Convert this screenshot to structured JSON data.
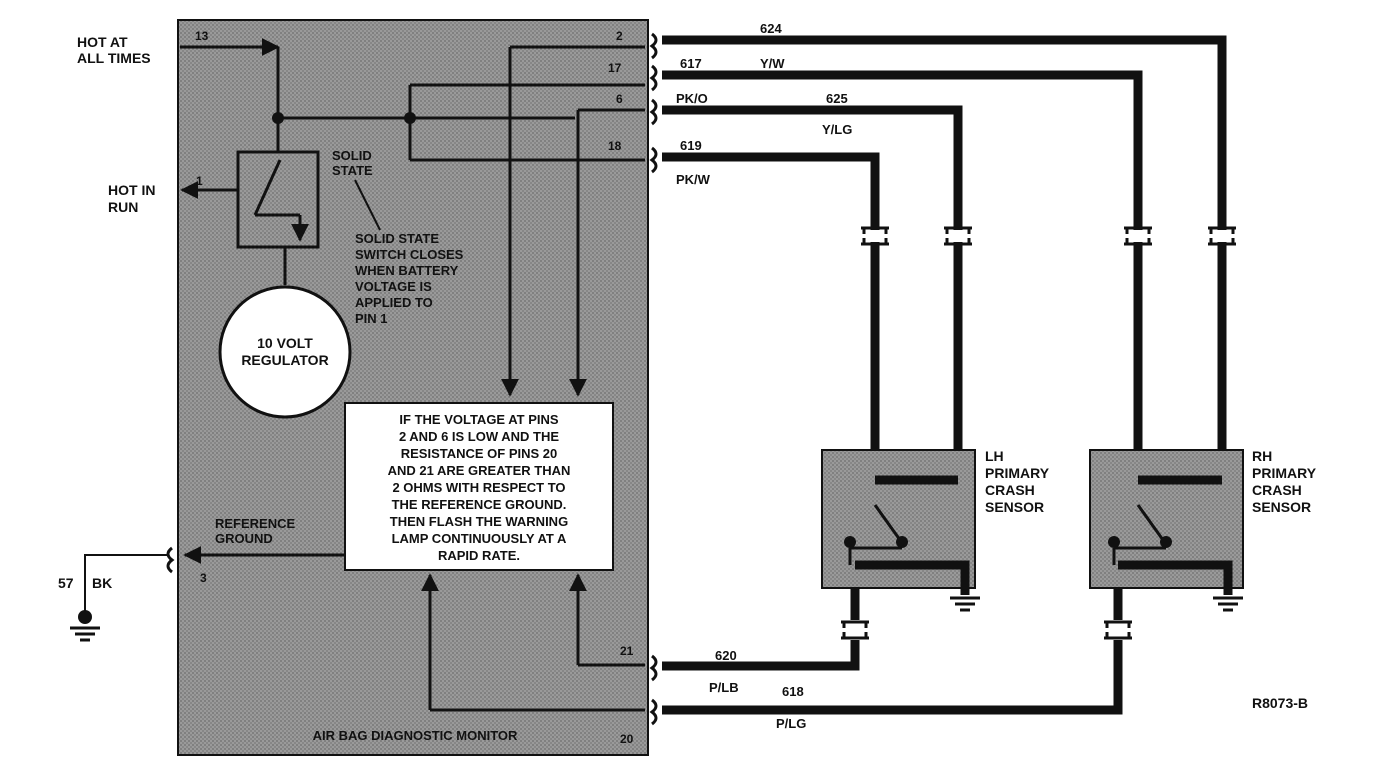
{
  "external_labels": {
    "hot_at_all_times": [
      "HOT AT",
      "ALL TIMES"
    ],
    "hot_in_run": [
      "HOT IN",
      "RUN"
    ],
    "ground_wire": "57",
    "ground_color": "BK"
  },
  "module": {
    "title": "AIR BAG DIAGNOSTIC MONITOR",
    "regulator": [
      "10 VOLT",
      "REGULATOR"
    ],
    "solid_state": [
      "SOLID",
      "STATE"
    ],
    "switch_note": [
      "SOLID STATE",
      "SWITCH CLOSES",
      "WHEN BATTERY",
      "VOLTAGE IS",
      "APPLIED TO",
      "PIN 1"
    ],
    "reference_ground": [
      "REFERENCE",
      "GROUND"
    ],
    "logic_note": [
      "IF THE VOLTAGE AT PINS",
      "2 AND 6 IS LOW AND THE",
      "RESISTANCE OF PINS 20",
      "AND 21 ARE GREATER THAN",
      "2 OHMS WITH RESPECT TO",
      "THE REFERENCE GROUND.",
      "THEN FLASH THE WARNING",
      "LAMP CONTINUOUSLY AT A",
      "RAPID RATE."
    ],
    "pins": {
      "p13": "13",
      "p1": "1",
      "p2": "2",
      "p17": "17",
      "p6": "6",
      "p18": "18",
      "p3": "3",
      "p21": "21",
      "p20": "20"
    }
  },
  "wires": {
    "w624": {
      "circuit": "624",
      "color": ""
    },
    "w617": {
      "circuit": "617",
      "color": "Y/W"
    },
    "w625": {
      "circuit": "625",
      "color": "PK/O"
    },
    "w619": {
      "circuit": "619",
      "color": "Y/LG"
    },
    "w_pkw": {
      "circuit": "",
      "color": "PK/W"
    },
    "w620": {
      "circuit": "620",
      "color": "P/LB"
    },
    "w618": {
      "circuit": "618",
      "color": "P/LG"
    }
  },
  "sensors": {
    "lh": [
      "LH",
      "PRIMARY",
      "CRASH",
      "SENSOR"
    ],
    "rh": [
      "RH",
      "PRIMARY",
      "CRASH",
      "SENSOR"
    ]
  },
  "figure_id": "R8073-B",
  "colors": {
    "module_fill": "#8a8a8a",
    "ink": "#111111",
    "paper": "#ffffff"
  }
}
